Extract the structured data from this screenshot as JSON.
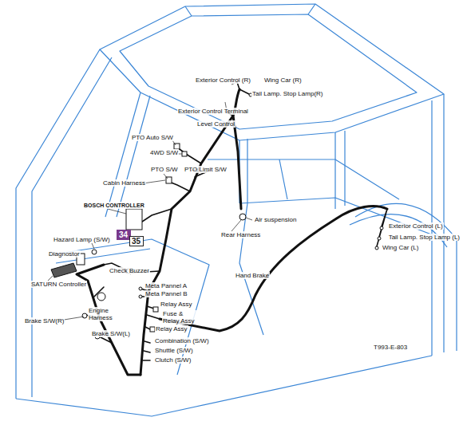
{
  "diagram": {
    "nodes": [
      {
        "text": [
          "34"
        ]
      },
      {
        "text": [
          "35"
        ]
      }
    ],
    "labels": [
      "Exterior Control (R)",
      "Wing Car (R)",
      "Tail Lamp. Stop Lamp(R)",
      "Exterior Control Terminal",
      "Level Control",
      "PTO Auto S/W",
      "4WD S/W",
      "PTO S/W",
      "PTO Limit S/W",
      "Cabin Harness",
      "BOSCH CONTROLLER",
      "Air suspension",
      "Rear Harness",
      "Exterior Control (L)",
      "Tail Lamp. Stop Lamp (L)",
      "Wing Car (L)",
      "Hazard Lamp (S/W)",
      "Diagnostor",
      "SATURN Controller",
      "Hand Brake",
      "Check Buzzer",
      "Meta Pannel A",
      "Meta Pannel B",
      "Relay Assy",
      "Fuse & Relay Assy",
      "Engine Harness",
      "Brake S/W(R)",
      "Relay Assy",
      "Brake S/W(L)",
      "Combination (S/W)",
      "Shuttle (S/W)",
      "Clutch (S/W)",
      "T993-E-803"
    ]
  }
}
